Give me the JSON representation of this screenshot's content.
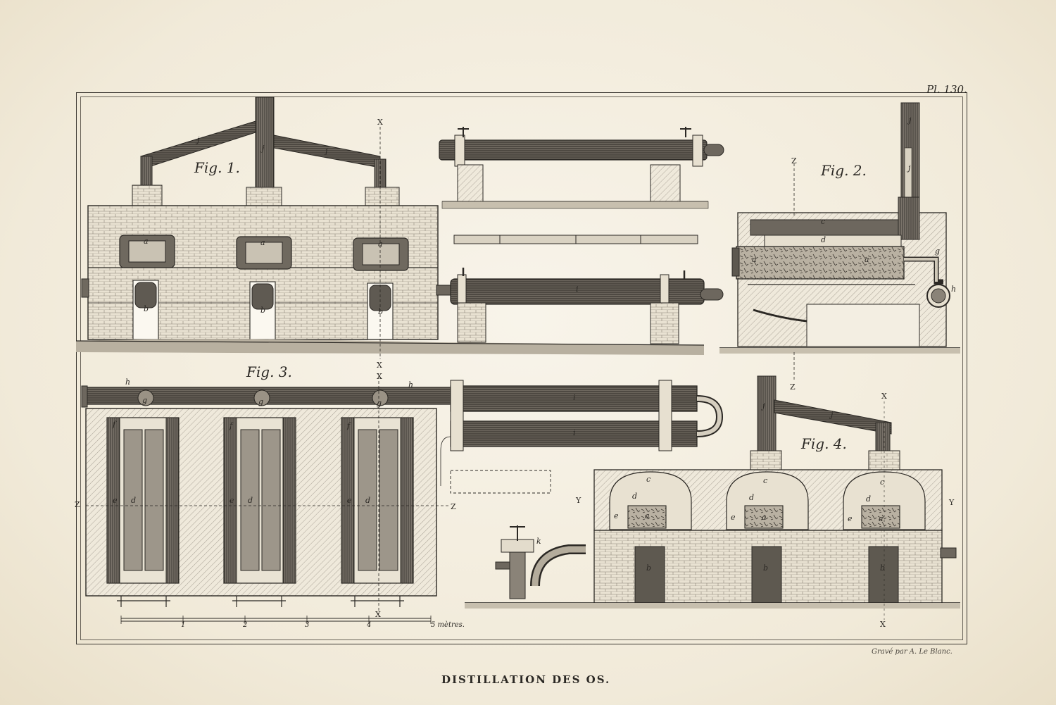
{
  "plate": {
    "plate_number": "Pl. 130.",
    "title": "DISTILLATION DES OS.",
    "engraver": "Gravé par A. Le Blanc."
  },
  "figures": {
    "fig1": "Fig. 1.",
    "fig2": "Fig. 2.",
    "fig3": "Fig. 3.",
    "fig4": "Fig. 4."
  },
  "section_marks": {
    "x": "X",
    "y": "Y",
    "z": "Z"
  },
  "letters": {
    "a": "a",
    "b": "b",
    "c": "c",
    "d": "d",
    "e": "e",
    "f": "f",
    "g": "g",
    "h": "h",
    "i": "i",
    "j": "j",
    "k": "k"
  },
  "scale": {
    "ticks": [
      "1",
      "2",
      "3",
      "4"
    ],
    "unit": "5 mètres."
  }
}
